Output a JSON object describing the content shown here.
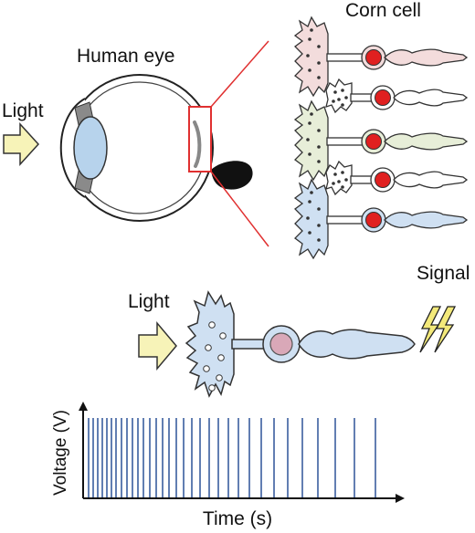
{
  "labels": {
    "light_top": "Light",
    "human_eye": "Human eye",
    "corn_cell": "Corn cell",
    "light_bottom": "Light",
    "signal": "Signal"
  },
  "pulse_chart": {
    "ylabel": "Voltage (V)",
    "xlabel": "Time (s)",
    "spike_times": [
      0,
      5,
      10,
      15,
      20,
      25,
      30,
      36,
      42,
      48,
      54,
      60,
      67,
      74,
      81,
      88,
      96,
      104,
      113,
      122,
      132,
      142,
      153,
      164,
      176,
      189,
      203,
      218,
      234,
      251,
      270,
      291,
      314
    ]
  },
  "colors": {
    "retina_patch": "#e03030",
    "nucleus": "#e02020",
    "spike": "#3a5e9e",
    "arrow_fill": "#f7f3b8",
    "lightning_fill": "#f3e97a",
    "lens_fill": "#b7d3ec",
    "cell_pink": "#f3dcdc",
    "cell_green": "#e7eed8",
    "cell_blue": "#cfe0f2"
  }
}
